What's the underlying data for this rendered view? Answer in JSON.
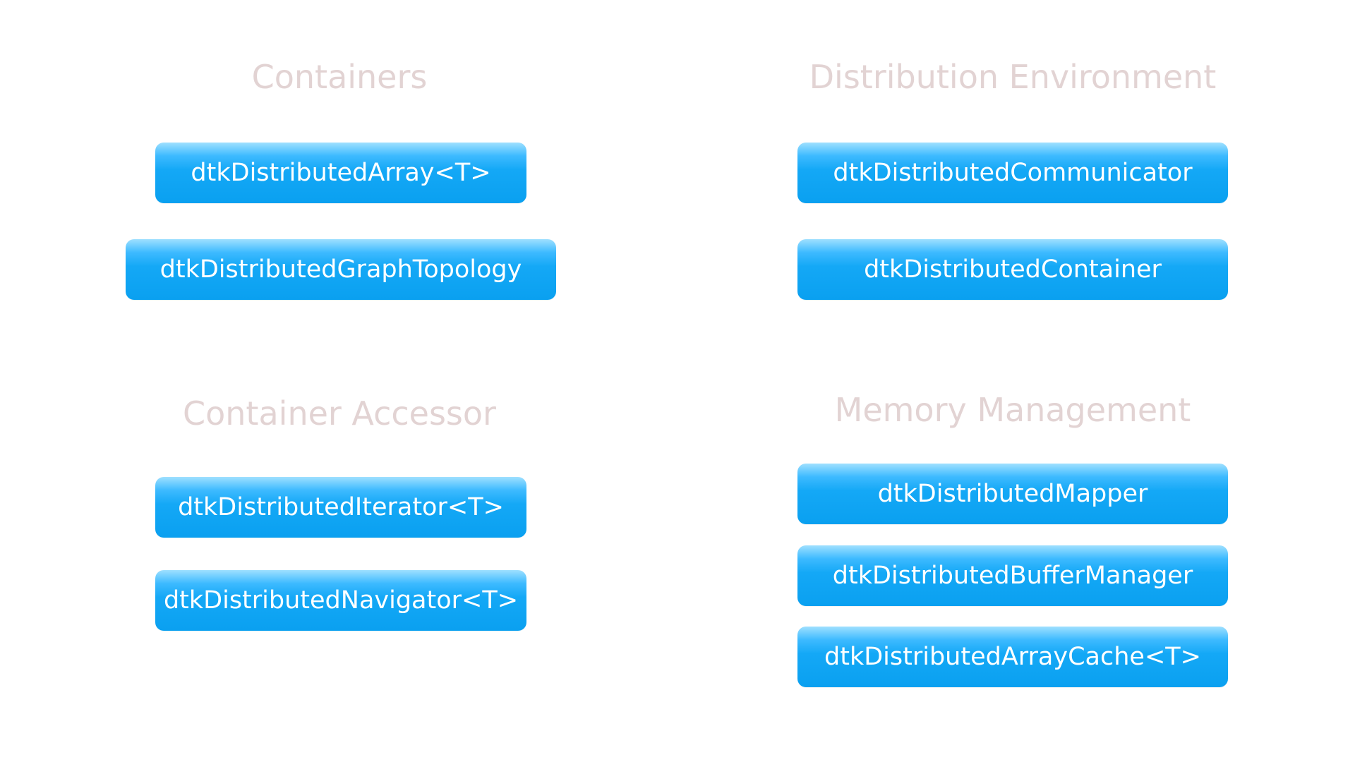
{
  "groups": {
    "containers": {
      "title": "Containers",
      "items": [
        "dtkDistributedArray<T>",
        "dtkDistributedGraphTopology"
      ]
    },
    "distribution_environment": {
      "title": "Distribution Environment",
      "items": [
        "dtkDistributedCommunicator",
        "dtkDistributedContainer"
      ]
    },
    "container_accessor": {
      "title": "Container Accessor",
      "items": [
        "dtkDistributedIterator<T>",
        "dtkDistributedNavigator<T>"
      ]
    },
    "memory_management": {
      "title": "Memory Management",
      "items": [
        "dtkDistributedMapper",
        "dtkDistributedBufferManager",
        "dtkDistributedArrayCache<T>"
      ]
    }
  },
  "colors": {
    "heading": "#e2d3d3",
    "box_top": "#9fe0ff",
    "box_bottom": "#0aa0f0",
    "box_text": "#ffffff"
  }
}
